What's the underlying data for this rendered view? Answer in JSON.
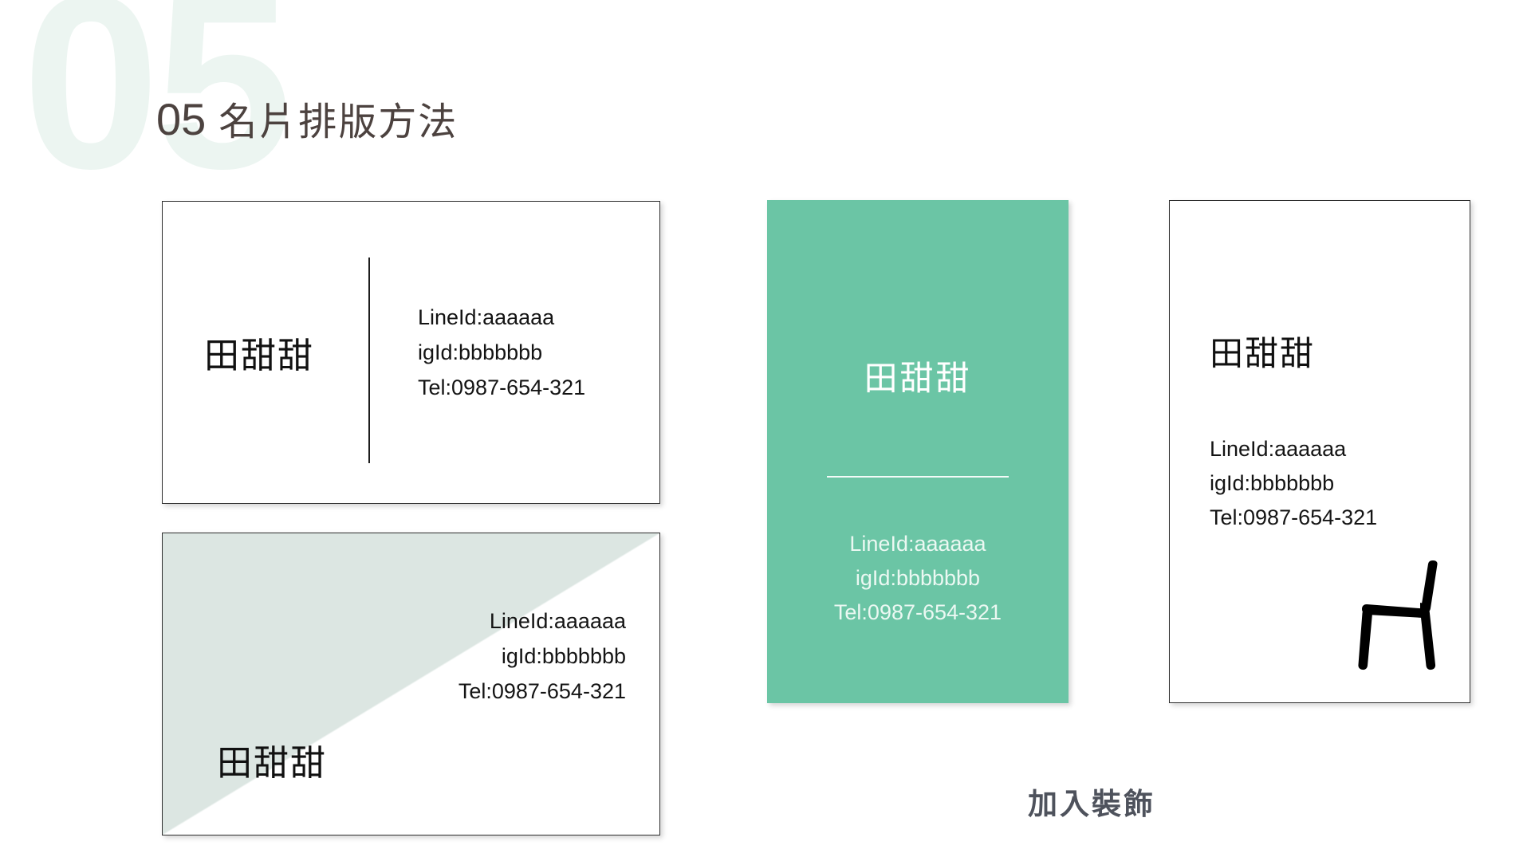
{
  "slide": {
    "watermark_number": "05",
    "header": {
      "number": "05",
      "title": "名片排版方法"
    },
    "caption": "加入裝飾"
  },
  "colors": {
    "accent_green": "#6bc5a5",
    "tint_green": "#dce6e2",
    "watermark_green": "#ecf5f1",
    "title_brown": "#4c423f",
    "caption_gray": "#4e525c",
    "card_border": "#2e2e2e",
    "text_black": "#141414",
    "text_white": "#ffffff"
  },
  "cards": [
    {
      "id": "split",
      "layout": "horizontal-split-rule",
      "name": "田甜甜",
      "contact": {
        "line_id": "LineId:aaaaaa",
        "ig_id": "igId:bbbbbbb",
        "tel": "Tel:0987-654-321"
      }
    },
    {
      "id": "diagonal",
      "layout": "horizontal-diagonal-tint",
      "name": "田甜甜",
      "contact": {
        "line_id": "LineId:aaaaaa",
        "ig_id": "igId:bbbbbbb",
        "tel": "Tel:0987-654-321"
      }
    },
    {
      "id": "green",
      "layout": "vertical-centered-solid",
      "name": "田甜甜",
      "contact": {
        "line_id": "LineId:aaaaaa",
        "ig_id": "igId:bbbbbbb",
        "tel": "Tel:0987-654-321"
      }
    },
    {
      "id": "decor",
      "layout": "vertical-left-aligned-with-illustration",
      "name": "田甜甜",
      "contact": {
        "line_id": "LineId:aaaaaa",
        "ig_id": "igId:bbbbbbb",
        "tel": "Tel:0987-654-321"
      },
      "decoration": "chair-silhouette"
    }
  ]
}
